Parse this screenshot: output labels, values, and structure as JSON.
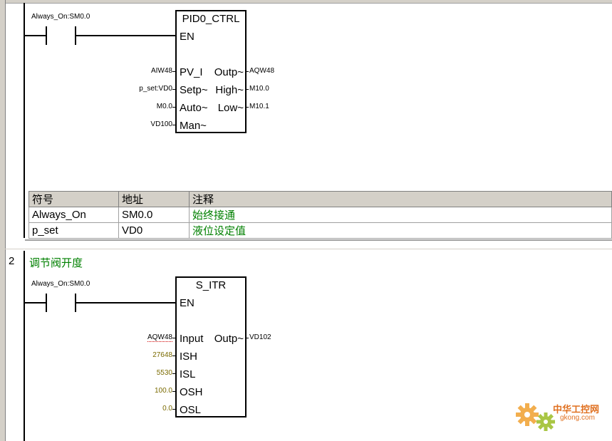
{
  "network1": {
    "contact_label": "Always_On:SM0.0",
    "block": {
      "title": "PID0_CTRL",
      "pins_left": [
        "EN",
        "PV_I",
        "Setp~",
        "Auto~",
        "Man~"
      ],
      "pins_right": [
        "Outp~",
        "High~",
        "Low~"
      ],
      "inputs": [
        "AIW48",
        "p_set:VD0",
        "M0.0",
        "VD100"
      ],
      "outputs": [
        "AQW48",
        "M10.0",
        "M10.1"
      ]
    }
  },
  "symbol_table": {
    "headers": [
      "符号",
      "地址",
      "注释"
    ],
    "rows": [
      [
        "Always_On",
        "SM0.0",
        "始终接通"
      ],
      [
        "p_set",
        "VD0",
        "液位设定值"
      ]
    ]
  },
  "network2": {
    "number": "2",
    "comment": "调节阀开度",
    "contact_label": "Always_On:SM0.0",
    "block": {
      "title": "S_ITR",
      "pins_left": [
        "EN",
        "Input",
        "ISH",
        "ISL",
        "OSH",
        "OSL"
      ],
      "pins_right": [
        "Outp~"
      ],
      "inputs": [
        "AQW48",
        "27648",
        "5530",
        "100.0",
        "0.0"
      ],
      "outputs": [
        "VD102"
      ]
    }
  },
  "watermark": {
    "text": "中华工控网",
    "domain": "gkong.com"
  },
  "colors": {
    "comment_green": "#008000",
    "constant_olive": "#7a6a00",
    "header_gray": "#d4d0c8"
  }
}
